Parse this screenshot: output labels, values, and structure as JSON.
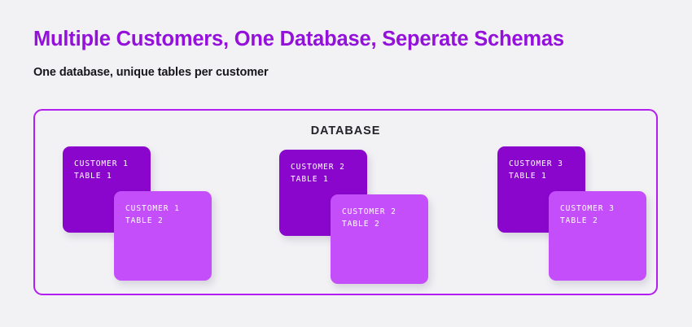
{
  "title": "Multiple Customers, One Database, Seperate Schemas",
  "subtitle": "One database, unique tables per customer",
  "colors": {
    "background": "#f2f2f5",
    "title": "#9410db",
    "subtitle": "#17171b",
    "container_border": "#b21ef0",
    "card_back": "#8a06cc",
    "card_front": "#c44ffa",
    "card_text": "#ffffff",
    "database_label": "#23232a"
  },
  "diagram": {
    "container_label": "DATABASE",
    "groups": [
      {
        "back_card": {
          "line1": "CUSTOMER 1",
          "line2": "TABLE 1"
        },
        "front_card": {
          "line1": "CUSTOMER 1",
          "line2": "TABLE 2"
        }
      },
      {
        "back_card": {
          "line1": "CUSTOMER 2",
          "line2": "TABLE 1"
        },
        "front_card": {
          "line1": "CUSTOMER 2",
          "line2": "TABLE 2"
        }
      },
      {
        "back_card": {
          "line1": "CUSTOMER 3",
          "line2": "TABLE 1"
        },
        "front_card": {
          "line1": "CUSTOMER 3",
          "line2": "TABLE 2"
        }
      }
    ]
  }
}
